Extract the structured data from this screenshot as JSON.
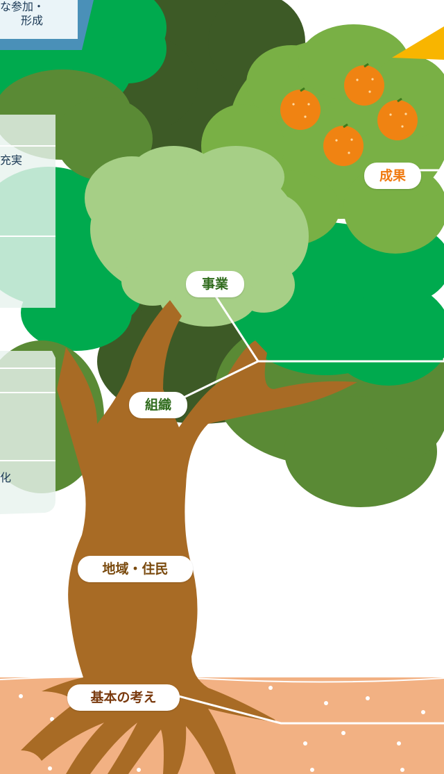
{
  "banner": {
    "line1": "な参加・",
    "line2": "形成"
  },
  "side_panel": {
    "item_1": "充実",
    "item_2": "化"
  },
  "labels": {
    "result": "成果",
    "business": "事業",
    "organization": "組織",
    "community": "地域・住民",
    "basic_idea": "基本の考え"
  },
  "colors": {
    "dark_green": "#3d5a26",
    "mid_green": "#5a8a35",
    "bright_green": "#00aa4e",
    "light_green": "#79b045",
    "pale_green": "#a6cf86",
    "trunk": "#a86b25",
    "soil": "#f2b183",
    "orange": "#f08312",
    "banner_blue": "#4a90b8",
    "result_text": "#f07a10",
    "business_text": "#2f6b1c",
    "organization_text": "#2f6b1c",
    "community_text": "#7a4a0e",
    "basic_text": "#7a3a0e"
  }
}
